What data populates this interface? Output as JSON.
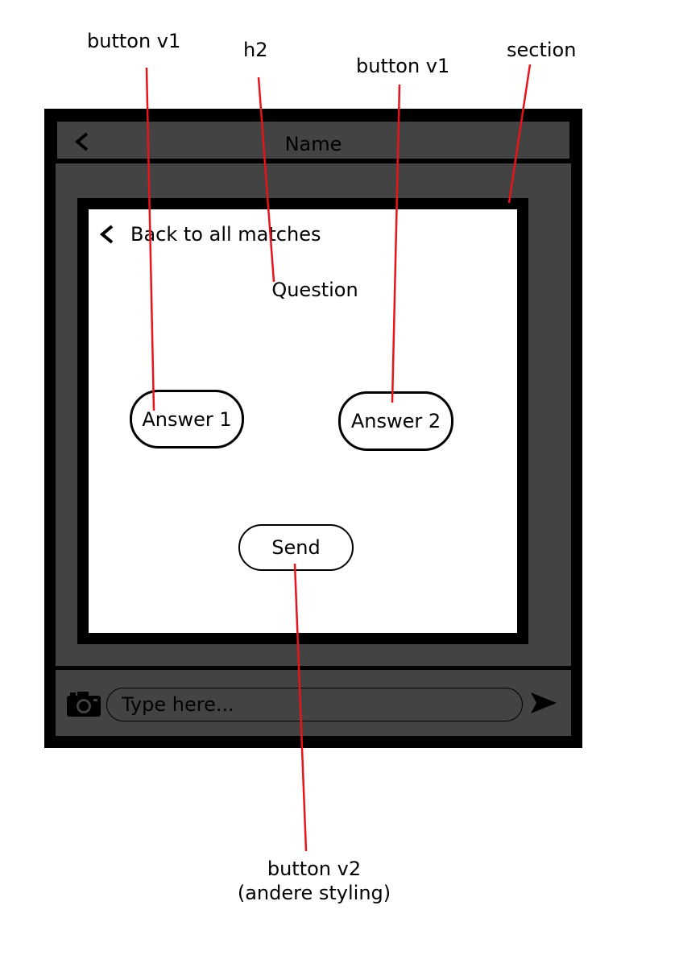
{
  "annotations": {
    "button_v1_left": "button v1",
    "h2": "h2",
    "button_v1_right": "button v1",
    "section": "section",
    "button_v2_line1": "button v2",
    "button_v2_line2": "(andere styling)"
  },
  "header": {
    "title": "Name",
    "back_icon": "chevron-left-icon"
  },
  "section": {
    "back_link_label": "Back to all matches",
    "back_icon": "chevron-left-icon",
    "question": "Question",
    "answers": [
      "Answer 1",
      "Answer 2"
    ],
    "send_label": "Send"
  },
  "footer": {
    "camera_icon": "camera-icon",
    "input_placeholder": "Type here...",
    "send_icon": "send-arrow-icon"
  },
  "colors": {
    "frame": "#000000",
    "panel": "#434343",
    "content_bg": "#ffffff",
    "annotation_line": "#e8141c"
  }
}
